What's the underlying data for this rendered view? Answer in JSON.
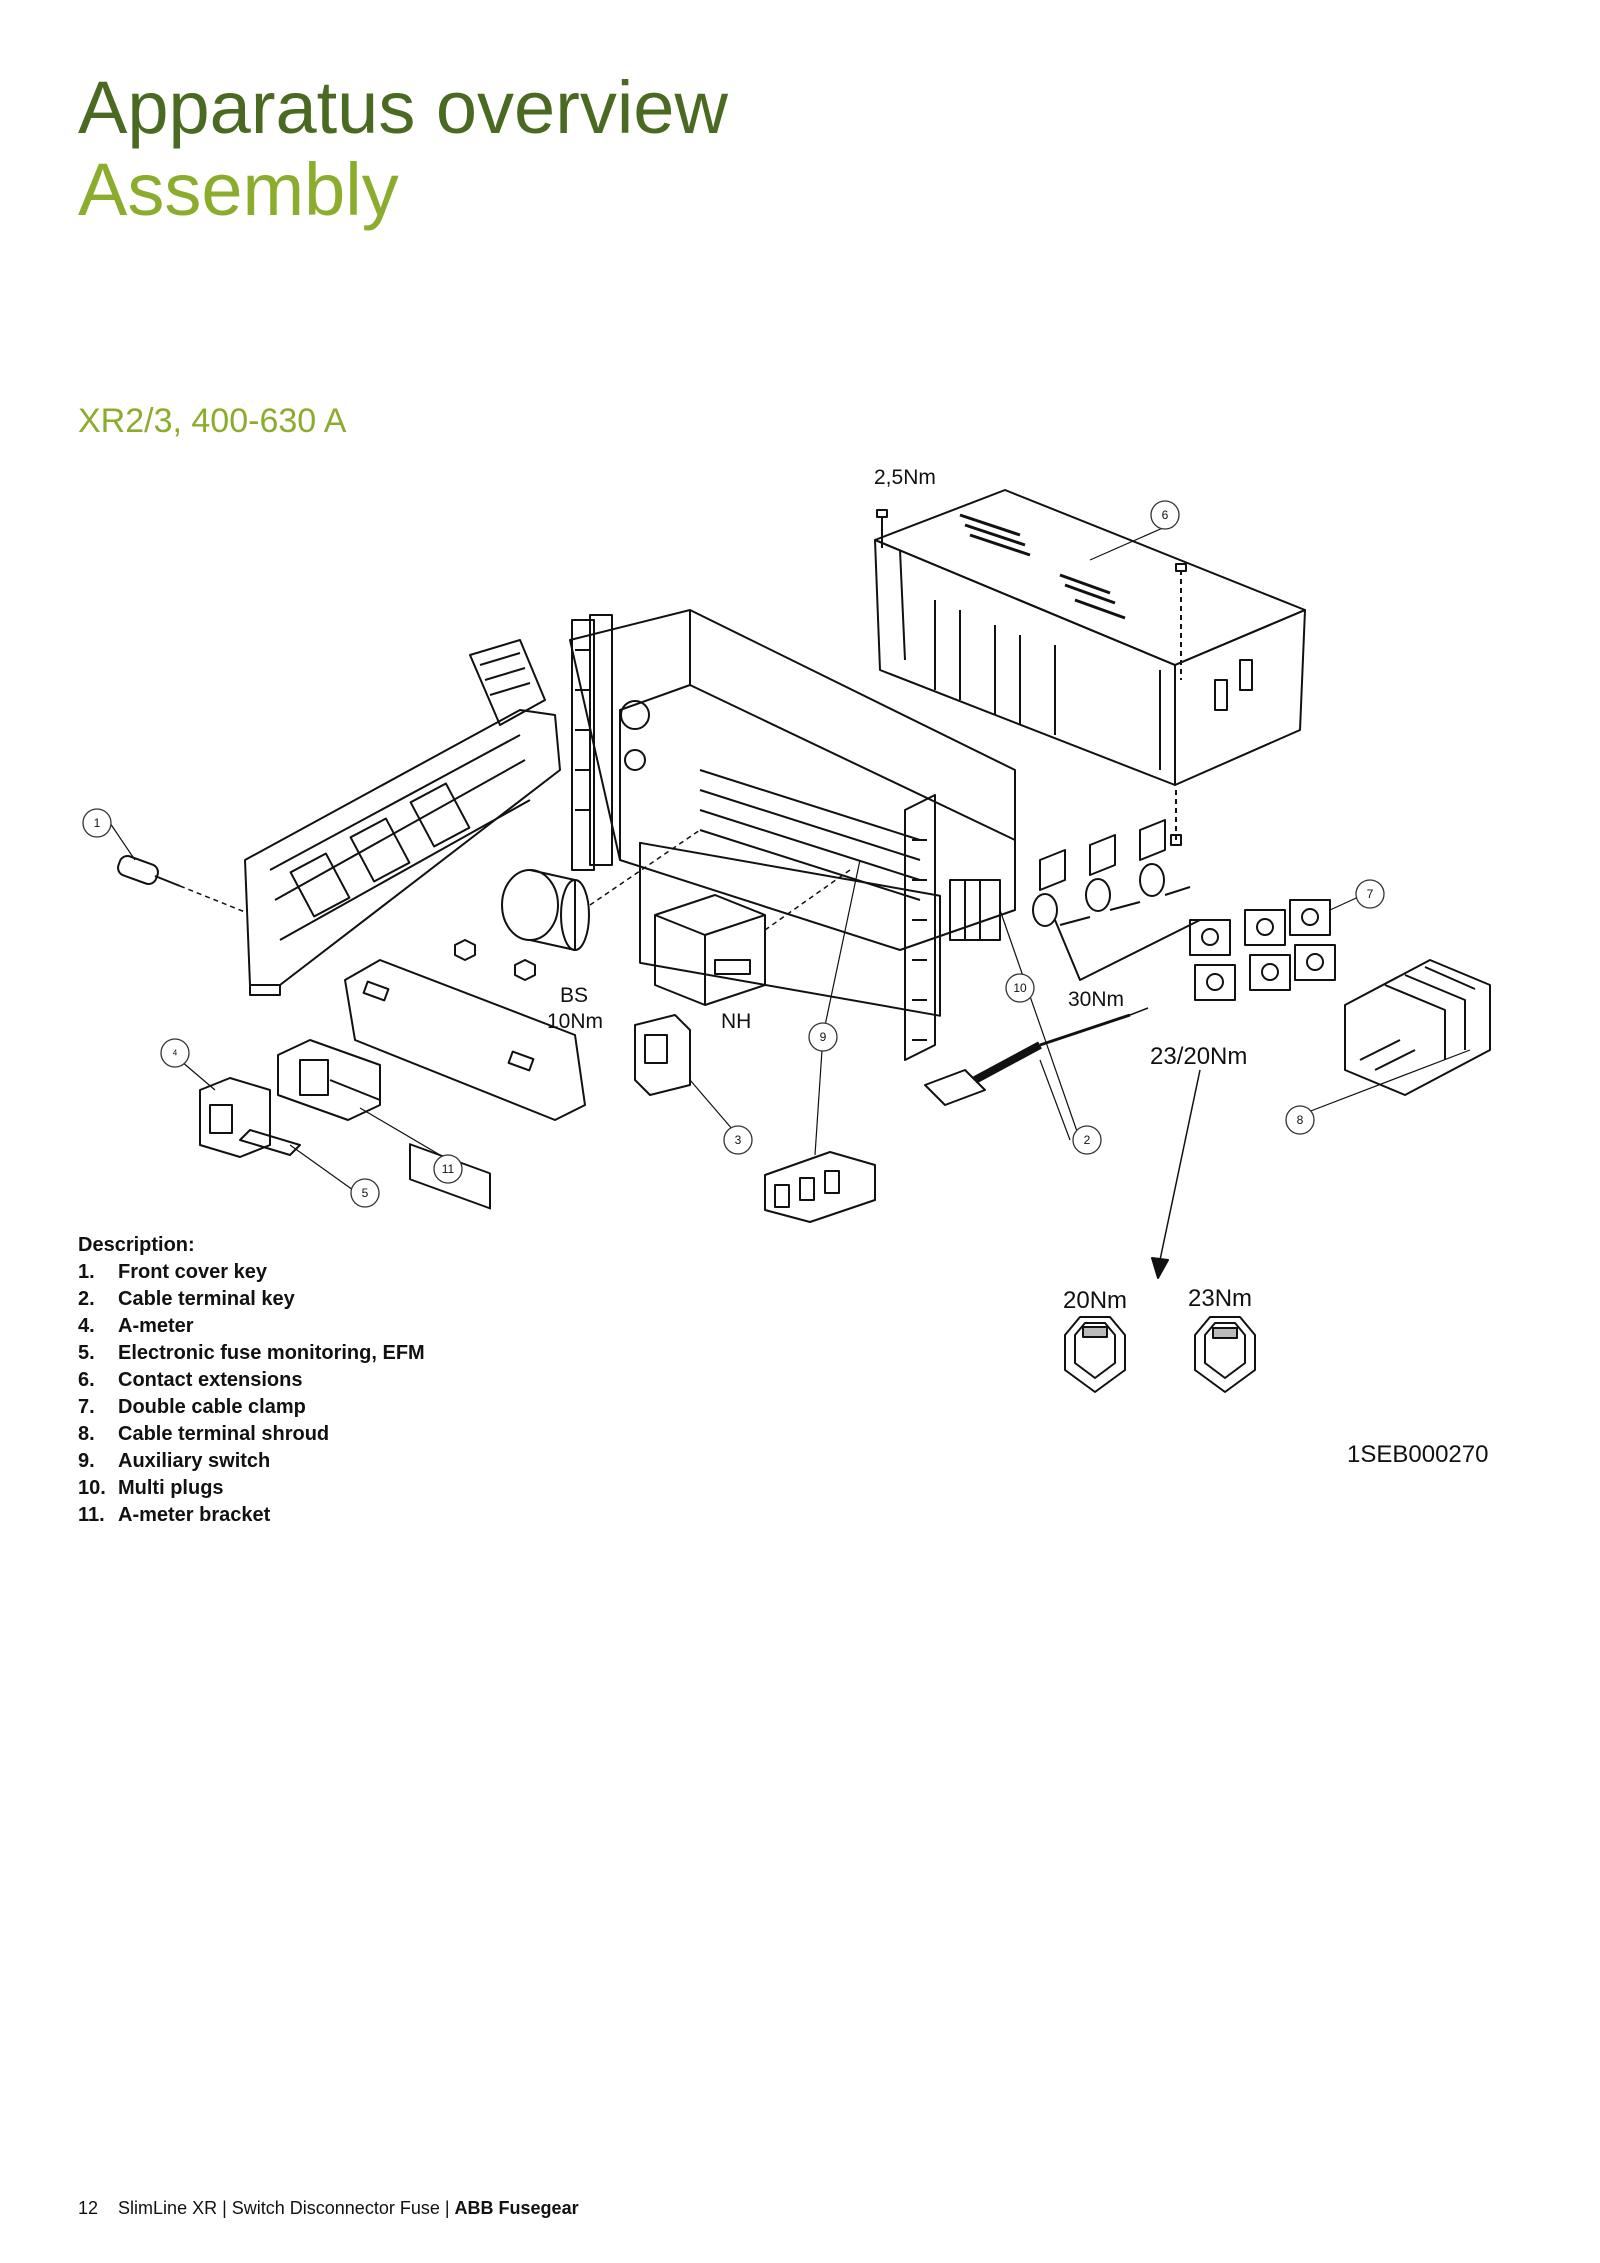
{
  "header": {
    "title_line1": "Apparatus overview",
    "title_line2": "Assembly",
    "subtitle": "XR2/3, 400-630 A"
  },
  "diagram": {
    "torque_labels": {
      "screw": "2,5Nm",
      "bs_label": "BS",
      "bs_torque": "10Nm",
      "nh": "NH",
      "clamp": "30Nm",
      "terminal": "23/20Nm",
      "detail_left": "20Nm",
      "detail_right": "23Nm"
    },
    "callouts": [
      "1",
      "2",
      "3",
      "4",
      "5",
      "6",
      "7",
      "8",
      "9",
      "10",
      "11"
    ],
    "document_ref": "1SEB000270"
  },
  "description": {
    "heading": "Description:",
    "items": [
      {
        "num": "1.",
        "text": "Front cover key"
      },
      {
        "num": "2.",
        "text": "Cable terminal key"
      },
      {
        "num": "4.",
        "text": "A-meter"
      },
      {
        "num": "5.",
        "text": "Electronic fuse monitoring, EFM"
      },
      {
        "num": "6.",
        "text": "Contact extensions"
      },
      {
        "num": "7.",
        "text": "Double cable clamp"
      },
      {
        "num": "8.",
        "text": "Cable terminal shroud"
      },
      {
        "num": "9.",
        "text": "Auxiliary switch"
      },
      {
        "num": "10.",
        "text": "Multi plugs"
      },
      {
        "num": "11.",
        "text": "A-meter bracket"
      }
    ]
  },
  "footer": {
    "page_number": "12",
    "product": "SlimLine XR | Switch Disconnector Fuse |",
    "brand": "ABB Fusegear"
  },
  "colors": {
    "title_dark": "#4a6a22",
    "title_light": "#8cac2e"
  }
}
